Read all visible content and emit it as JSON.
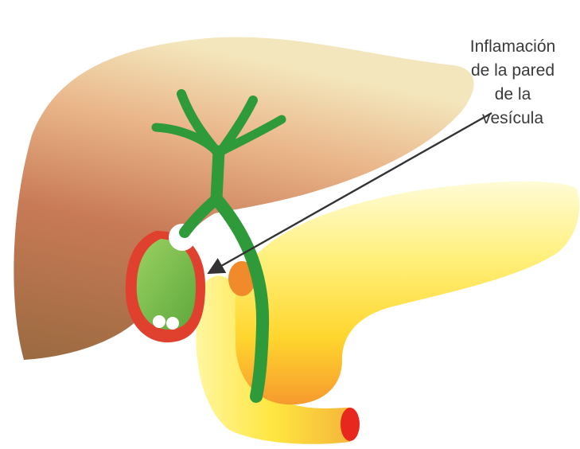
{
  "annotation": {
    "lines": [
      "Inflamación",
      "de la pared",
      "de la",
      "vesícula"
    ]
  },
  "colors": {
    "liver_dark": "#9a6a40",
    "liver_mid": "#d08860",
    "liver_light": "#f4e6bc",
    "bile_duct": "#2e9a3a",
    "gallbladder_fill": "#7cbf4a",
    "inflamed_wall": "#e0402e",
    "pancreas_yellow": "#ffe640",
    "pancreas_orange": "#f79a2e",
    "duodenum_red": "#e8281e",
    "stone": "#ffffff",
    "arrow": "#333333"
  },
  "icons": [
    "arrow-pointer"
  ]
}
